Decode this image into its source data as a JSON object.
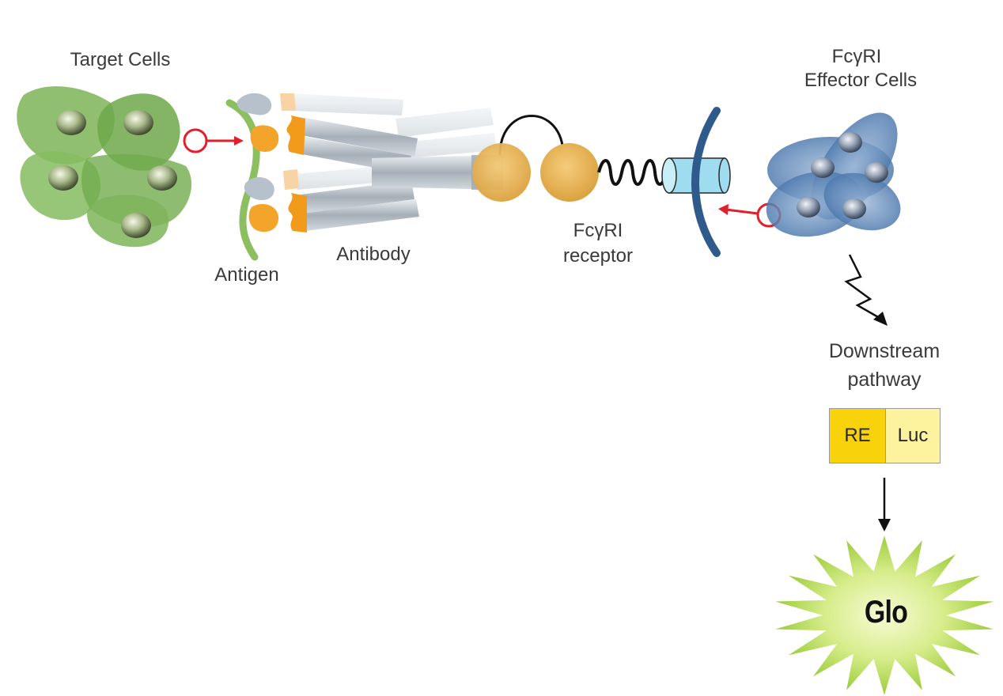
{
  "labels": {
    "target_cells": "Target Cells",
    "antigen": "Antigen",
    "antibody": "Antibody",
    "receptor_line1": "FcγRI",
    "receptor_line2": "receptor",
    "effector_line1": "FcγRI",
    "effector_line2": "Effector Cells",
    "downstream_line1": "Downstream",
    "downstream_line2": "pathway"
  },
  "reporter": {
    "re": "RE",
    "luc": "Luc"
  },
  "output": {
    "glo": "Glo"
  },
  "colors": {
    "target_cell": "#7db457",
    "antigen": "#8cbf5f",
    "antibody": "#b8c0c8",
    "antibody_hinge": "#f29a1a",
    "receptor_domain": "#e8b35a",
    "receptor_cylinder": "#9fdcf0",
    "membrane": "#2e5a8c",
    "effector_cell": "#5b86b8",
    "highlight_circle": "#e0202a",
    "reporter_re": "#f8d20a",
    "reporter_luc": "#fdf29e",
    "glo_burst": "#b8df5a"
  }
}
